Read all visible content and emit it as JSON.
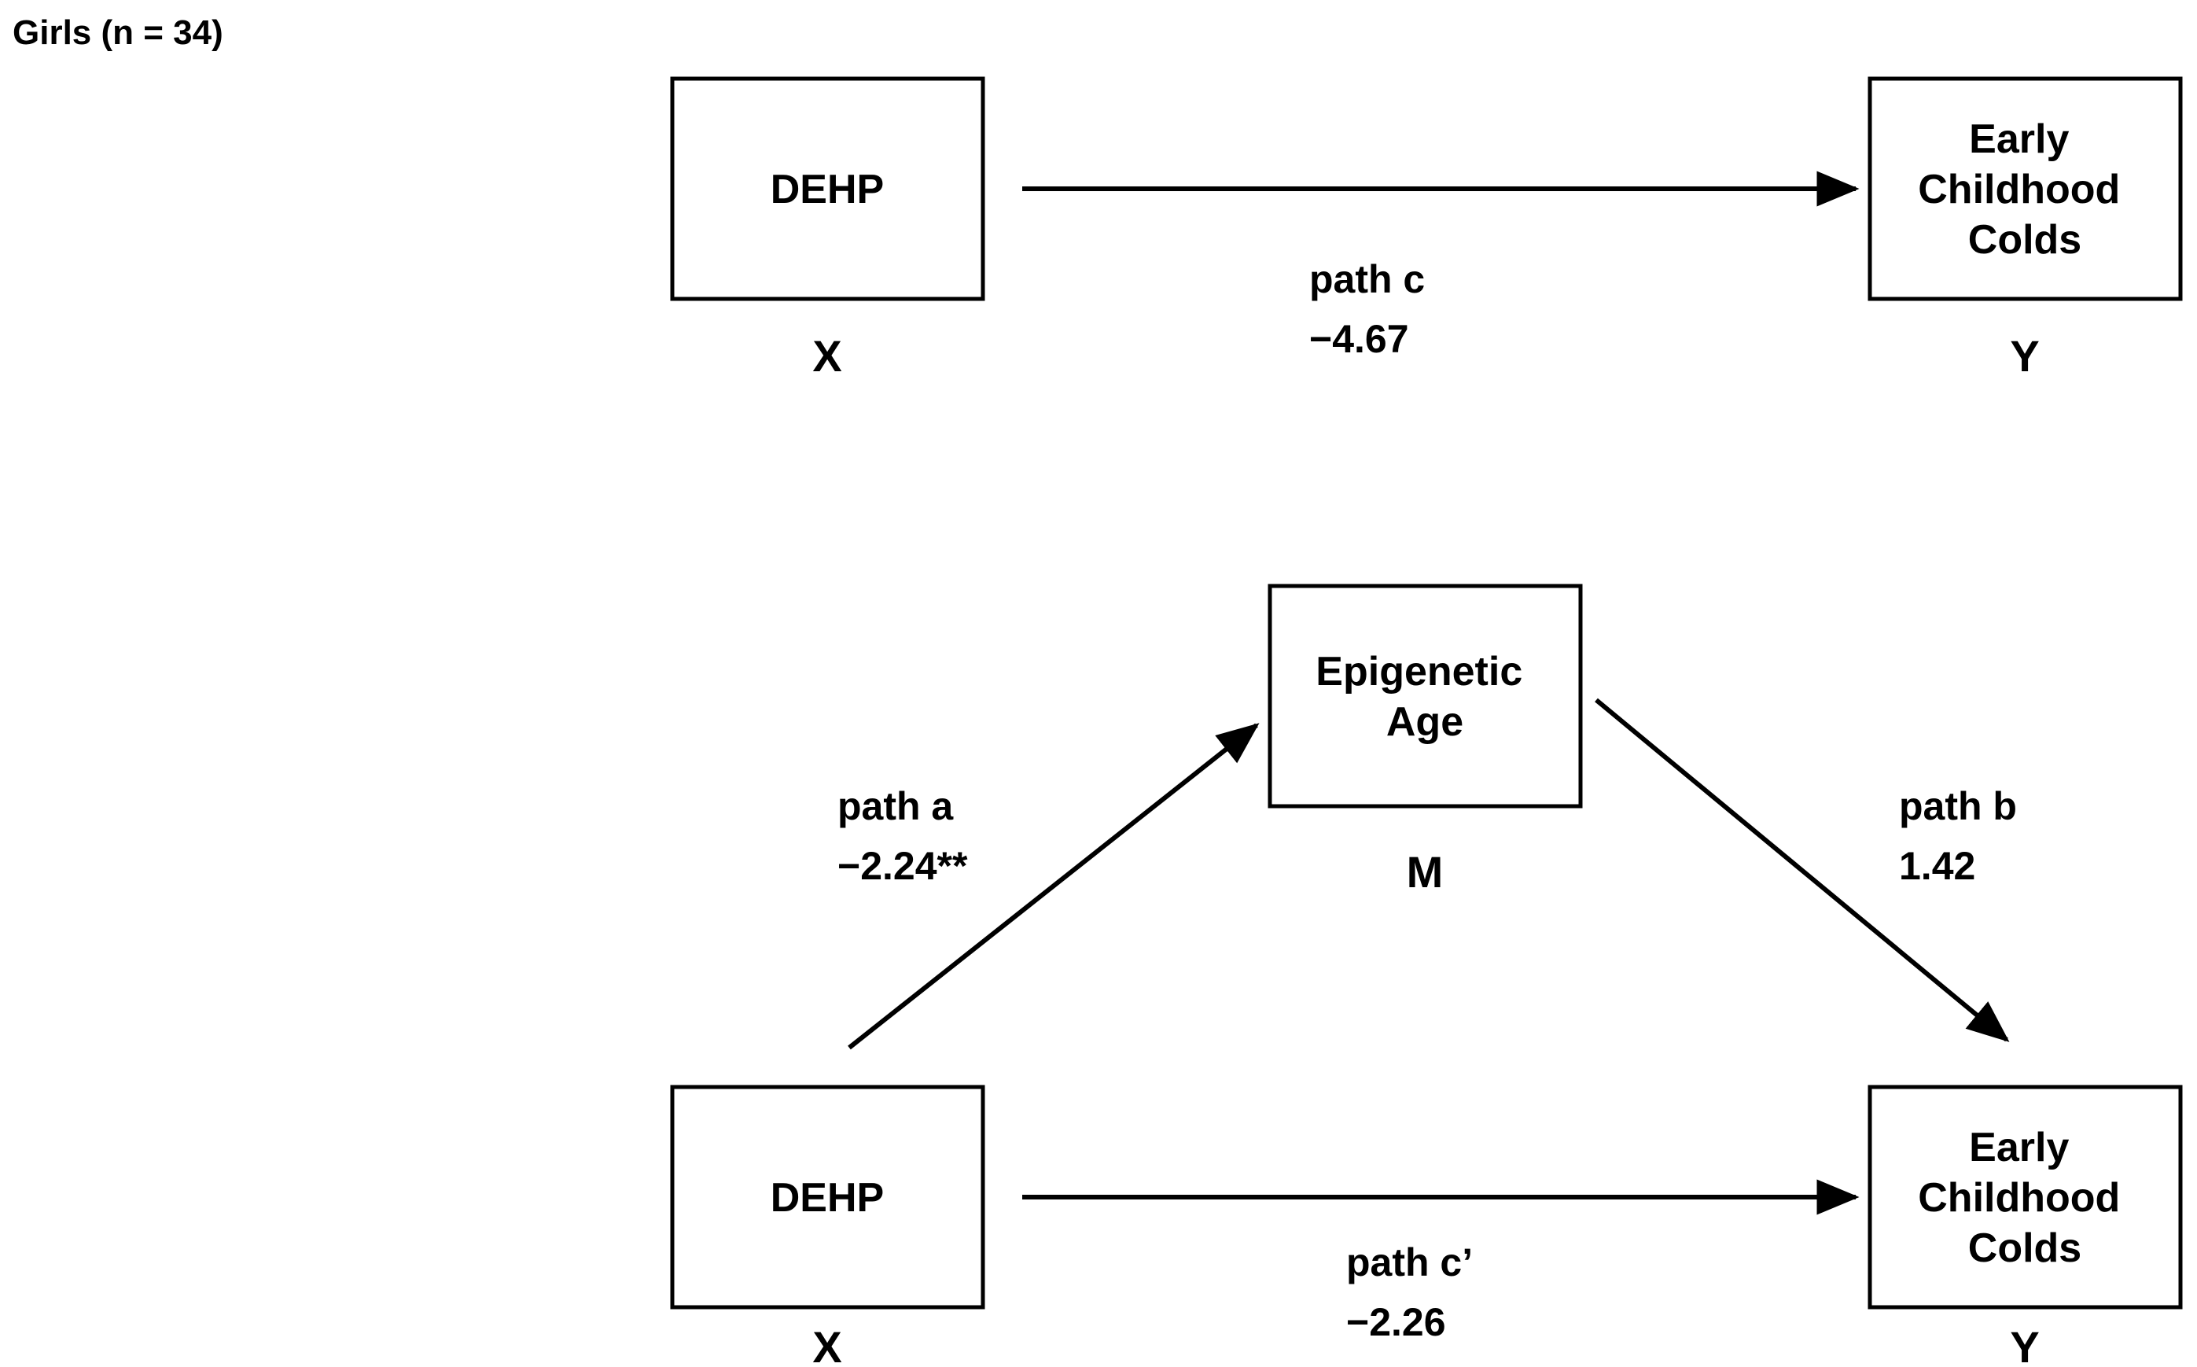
{
  "figure": {
    "title": "Girls (n = 34)"
  },
  "colors": {
    "stroke": "#000000",
    "text": "#000000",
    "background": "#ffffff"
  },
  "total_effect_model": {
    "dehp_box": {
      "label": "DEHP",
      "role_label": "X"
    },
    "colds_box": {
      "label_line1": "Early",
      "label_line2": "Childhood",
      "label_line3": "Colds",
      "role_label": "Y"
    },
    "path_c": {
      "label": "path c",
      "estimate": "−4.67"
    }
  },
  "mediation_model": {
    "dehp_box": {
      "label": "DEHP",
      "role_label": "X"
    },
    "mediator_box": {
      "label_line1": "Epigenetic",
      "label_line2": "Age",
      "role_label": "M"
    },
    "colds_box": {
      "label_line1": "Early",
      "label_line2": "Childhood",
      "label_line3": "Colds",
      "role_label": "Y"
    },
    "path_a": {
      "label": "path a",
      "estimate": "−2.24**"
    },
    "path_b": {
      "label": "path b",
      "estimate": "1.42"
    },
    "path_c_prime": {
      "label": "path c’",
      "estimate": "−2.26"
    }
  }
}
